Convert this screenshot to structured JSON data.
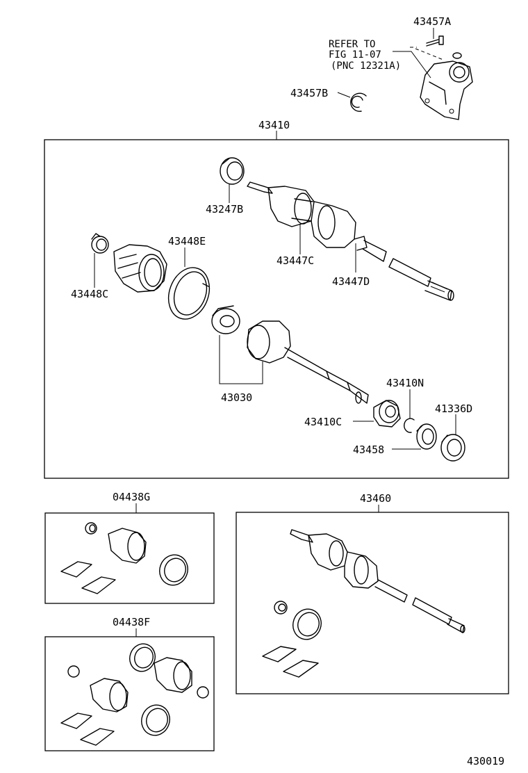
{
  "labels": {
    "p43457A": "43457A",
    "refer_line1": "REFER TO",
    "refer_line2": "FIG 11-07",
    "refer_line3": "(PNC 12321A)",
    "p43457B": "43457B",
    "p43410": "43410",
    "p43247B": "43247B",
    "p43448E": "43448E",
    "p43448C": "43448C",
    "p43447C": "43447C",
    "p43447D": "43447D",
    "p43030": "43030",
    "p43410N": "43410N",
    "p41336D": "41336D",
    "p43410C": "43410C",
    "p43458": "43458",
    "p04438G": "04438G",
    "p04438F": "04438F",
    "p43460": "43460",
    "figure_number": "430019"
  }
}
